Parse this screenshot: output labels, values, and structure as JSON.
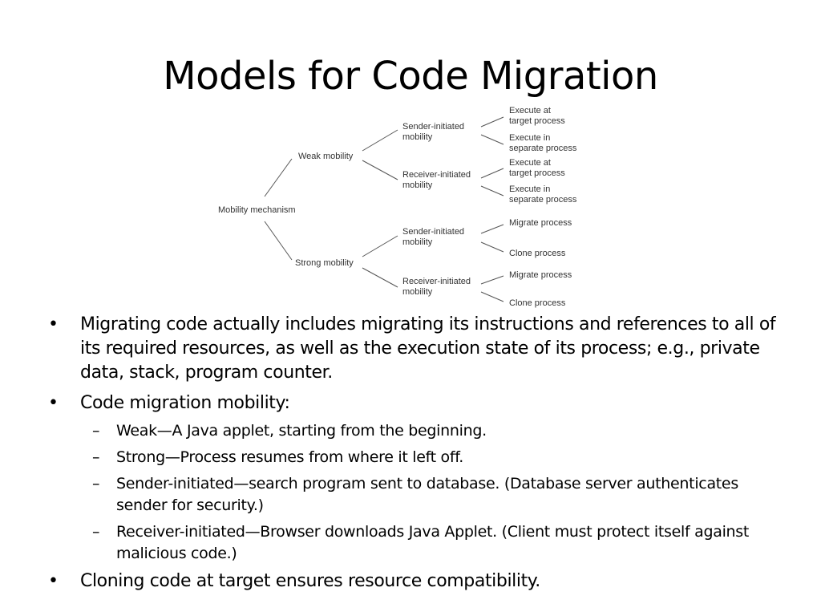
{
  "slide": {
    "title": "Models for Code Migration"
  },
  "diagram": {
    "root": "Mobility mechanism",
    "weak": "Weak mobility",
    "strong": "Strong mobility",
    "weak_sender": [
      "Sender-initiated",
      "mobility"
    ],
    "weak_receiver": [
      "Receiver-initiated",
      "mobility"
    ],
    "strong_sender": [
      "Sender-initiated",
      "mobility"
    ],
    "strong_receiver": [
      "Receiver-initiated",
      "mobility"
    ],
    "leaf1": [
      "Execute at",
      "target process"
    ],
    "leaf2": [
      "Execute in",
      "separate process"
    ],
    "leaf3": [
      "Execute at",
      "target process"
    ],
    "leaf4": [
      "Execute in",
      "separate process"
    ],
    "leaf5": "Migrate process",
    "leaf6": "Clone process",
    "leaf7": "Migrate process",
    "leaf8": "Clone process"
  },
  "bullets": {
    "mark": "•",
    "sub_mark": "–",
    "b1": "Migrating code actually includes migrating its instructions and references to all of its required resources, as well as the execution state of its process; e.g., private data, stack, program counter.",
    "b2": "Code migration mobility:",
    "s1": "Weak—A Java applet, starting from the beginning.",
    "s2": "Strong—Process resumes from where it left off.",
    "s3": "Sender-initiated—search program sent to database. (Database server authenticates sender for security.)",
    "s4": "Receiver-initiated—Browser downloads Java Applet. (Client must protect itself against malicious code.)",
    "b3": "Cloning code at target ensures resource compatibility."
  }
}
